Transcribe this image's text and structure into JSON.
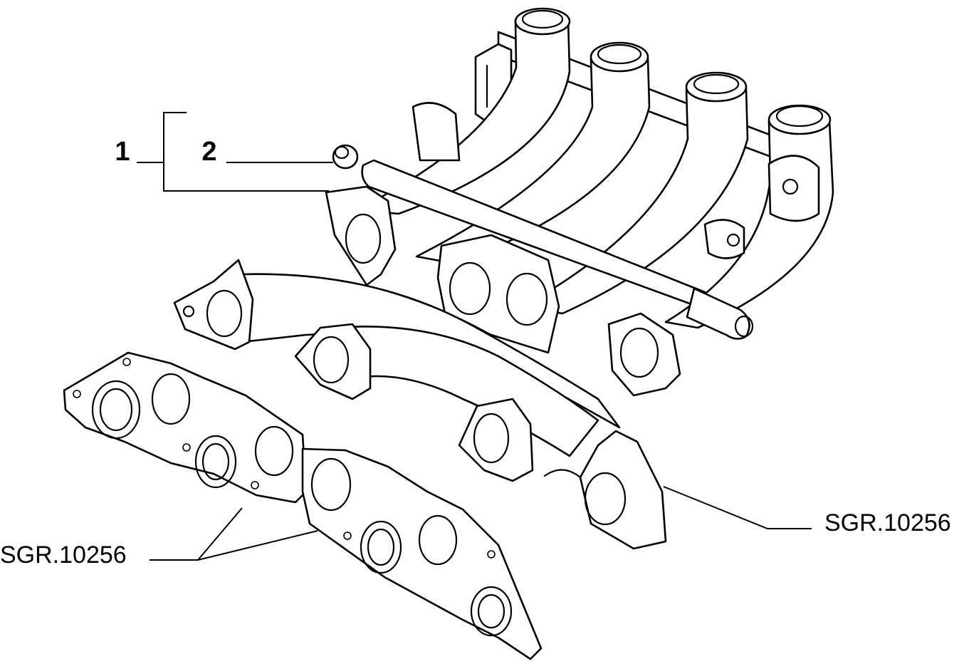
{
  "diagram": {
    "callouts": [
      {
        "id": "item-1",
        "text": "1"
      },
      {
        "id": "item-2",
        "text": "2"
      },
      {
        "id": "gasket-ref",
        "text": "SGR.10256"
      },
      {
        "id": "manifold-ref",
        "text": "SGR.10256"
      }
    ],
    "colors": {
      "line": "#000000",
      "background": "#ffffff"
    }
  }
}
